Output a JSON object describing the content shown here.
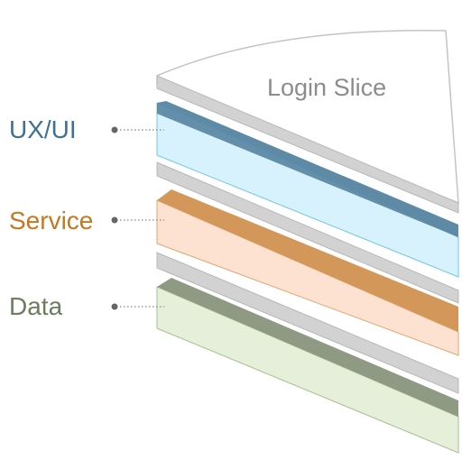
{
  "diagram": {
    "title": "Login Slice",
    "layers": [
      {
        "key": "ux-ui",
        "label": "UX/UI",
        "color": "#3c7194"
      },
      {
        "key": "service",
        "label": "Service",
        "color": "#c6781f"
      },
      {
        "key": "data",
        "label": "Data",
        "color": "#6d7c5e"
      }
    ]
  }
}
